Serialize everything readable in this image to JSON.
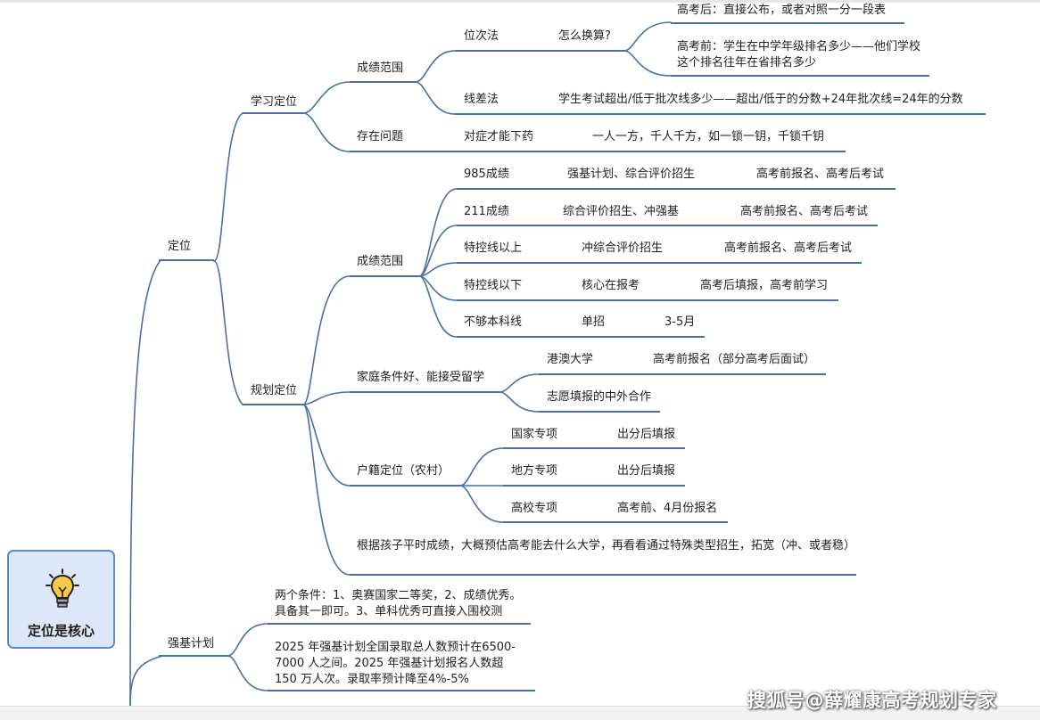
{
  "root": {
    "title": "定位是核心",
    "icon": "lightbulb-icon"
  },
  "colors": {
    "line": "#4a6fa5",
    "root_fill": "#dce8f7",
    "root_border": "#5b8bd0"
  },
  "branches": {
    "dingwei": "定位",
    "xuexi": "学习定位",
    "xuexi_score": "成绩范围",
    "weici": "位次法",
    "huansuan": "怎么换算?",
    "gaokaohou": "高考后：直接公布，或者对照一分一段表",
    "gaokaoqian": "高考前：学生在中学年级排名多少——他们学校这个排名往年在省排名多少",
    "xiancha": "线差法",
    "xiancha_detail": "学生考试超出/低于批次线多少——超出/低于的分数+24年批次线=24年的分数",
    "cunzai": "存在问题",
    "duizheng": "对症才能下药",
    "yiren": "一人一方，千人千方，如一锁一钥，千锁千钥",
    "guihua": "规划定位",
    "guihua_score": "成绩范围",
    "s985": "985成绩",
    "s985_a": "强基计划、综合评价招生",
    "s985_b": "高考前报名、高考后考试",
    "s211": "211成绩",
    "s211_a": "综合评价招生、冲强基",
    "s211_b": "高考前报名、高考后考试",
    "tekong_up": "特控线以上",
    "tekong_up_a": "冲综合评价招生",
    "tekong_up_b": "高考前报名、高考后考试",
    "tekong_down": "特控线以下",
    "tekong_down_a": "核心在报考",
    "tekong_down_b": "高考后填报，高考前学习",
    "buguo": "不够本科线",
    "danzhao": "单招",
    "month": "3-5月",
    "jiating": "家庭条件好、能接受留学",
    "gangao": "港澳大学",
    "gangao_detail": "高考前报名（部分高考后面试）",
    "zhongwai": "志愿填报的中外合作",
    "huji": "户籍定位（农村）",
    "guojia": "国家专项",
    "guojia_d": "出分后填报",
    "difang": "地方专项",
    "difang_d": "出分后填报",
    "gaoxiao": "高校专项",
    "gaoxiao_d": "高考前、4月份报名",
    "genju": "根据孩子平时成绩，大概预估高考能去什么大学，再看看通过特殊类型招生，拓宽（冲、或者稳）",
    "qiangji": "强基计划",
    "tiaojian": "两个条件：1、奥赛国家二等奖，2、成绩优秀。具备其一即可。3、单科优秀可直接入围校测",
    "luqu": "2025 年强基计划全国录取总人数预计在6500-7000 人之间。2025 年强基计划报名人数超 150 万人次。录取率预计降至4%-5%"
  },
  "watermark": "搜狐号@薛耀康高考规划专家"
}
